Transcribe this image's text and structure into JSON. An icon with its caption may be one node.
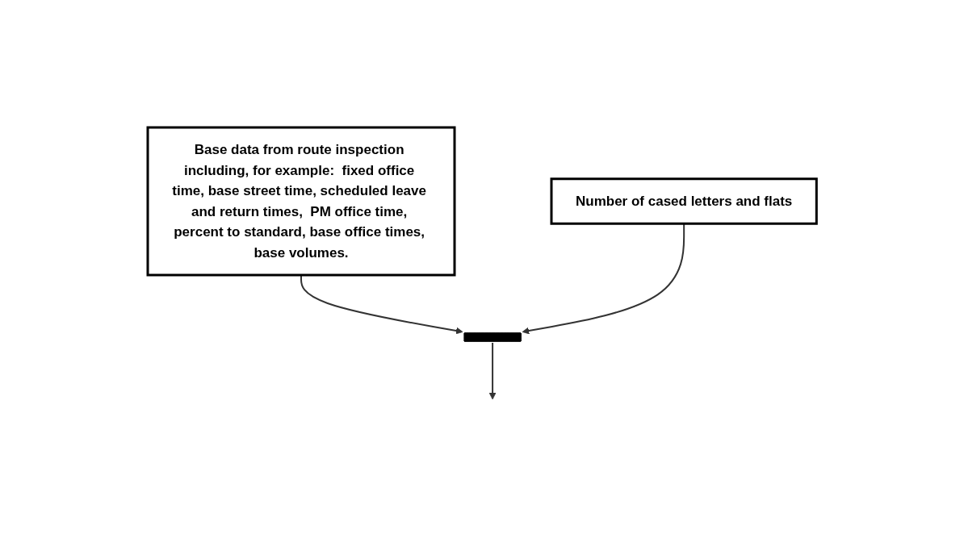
{
  "diagram": {
    "nodes": [
      {
        "text": [
          "Base data from route inspection including, for example:  fixed office time, base street time, scheduled leave and return times,  PM office time, percent to standard, base office times, base volumes."
        ]
      },
      {
        "text": [
          "Number of cased letters and flats"
        ]
      },
      {
        "text": [],
        "shape": "bar"
      }
    ],
    "edges": [
      {
        "from": 0,
        "to": 2,
        "arrow": "to"
      },
      {
        "from": 1,
        "to": 2,
        "arrow": "to"
      },
      {
        "from": 2,
        "to": null,
        "arrow": "to"
      }
    ]
  }
}
